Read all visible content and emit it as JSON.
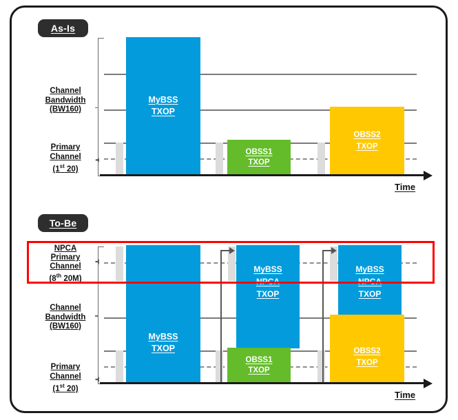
{
  "figure": {
    "title_top": "As-Is",
    "title_bottom": "To-Be",
    "time_axis_label": "Time",
    "colors": {
      "mybss_blue": "#039BDB",
      "obss1_green": "#64BC2B",
      "obss2_yellow": "#FFC800",
      "idle_gray": "#DCDCDC",
      "grid_gray": "#7A7A7A",
      "highlight_red": "#FF0000",
      "badge_dark": "#2E2E2E",
      "frame_black": "#1A1A1A"
    }
  },
  "as_is": {
    "badge": "As-Is",
    "y_labels": {
      "channel_bw_l1": "Channel",
      "channel_bw_l2": "Bandwidth",
      "channel_bw_l3": "(BW160)",
      "primary_l1": "Primary",
      "primary_l2": "Channel",
      "primary_l3_pre": "(1",
      "primary_l3_sup": "st",
      "primary_l3_post": " 20)"
    },
    "blocks": [
      {
        "name": "mybss-txop",
        "line1": "MyBSS",
        "line2": "TXOP",
        "color": "#039BDB"
      },
      {
        "name": "obss1-txop",
        "line1": "OBSS1",
        "line2": "TXOP",
        "color": "#64BC2B"
      },
      {
        "name": "obss2-txop",
        "line1": "OBSS2",
        "line2": "TXOP",
        "color": "#FFC800"
      }
    ],
    "time_label": "Time"
  },
  "to_be": {
    "badge": "To-Be",
    "y_labels": {
      "npca_l1": "NPCA",
      "npca_l2": "Primary",
      "npca_l3": "Channel",
      "npca_l4_pre": "(8",
      "npca_l4_sup": "th",
      "npca_l4_post": " 20M)",
      "channel_bw_l1": "Channel",
      "channel_bw_l2": "Bandwidth",
      "channel_bw_l3": "(BW160)",
      "primary_l1": "Primary",
      "primary_l2": "Channel",
      "primary_l3_pre": "(1",
      "primary_l3_sup": "st",
      "primary_l3_post": " 20)"
    },
    "blocks": [
      {
        "name": "mybss-txop",
        "line1": "MyBSS",
        "line2": "TXOP",
        "color": "#039BDB"
      },
      {
        "name": "mybss-npca-txop-1",
        "line1": "MyBSS",
        "line2": "NPCA",
        "line3": "TXOP",
        "color": "#039BDB"
      },
      {
        "name": "obss1-txop",
        "line1": "OBSS1",
        "line2": "TXOP",
        "color": "#64BC2B"
      },
      {
        "name": "mybss-npca-txop-2",
        "line1": "MyBSS",
        "line2": "NPCA",
        "line3": "TXOP",
        "color": "#039BDB"
      },
      {
        "name": "obss2-txop",
        "line1": "OBSS2",
        "line2": "TXOP",
        "color": "#FFC800"
      }
    ],
    "time_label": "Time"
  }
}
